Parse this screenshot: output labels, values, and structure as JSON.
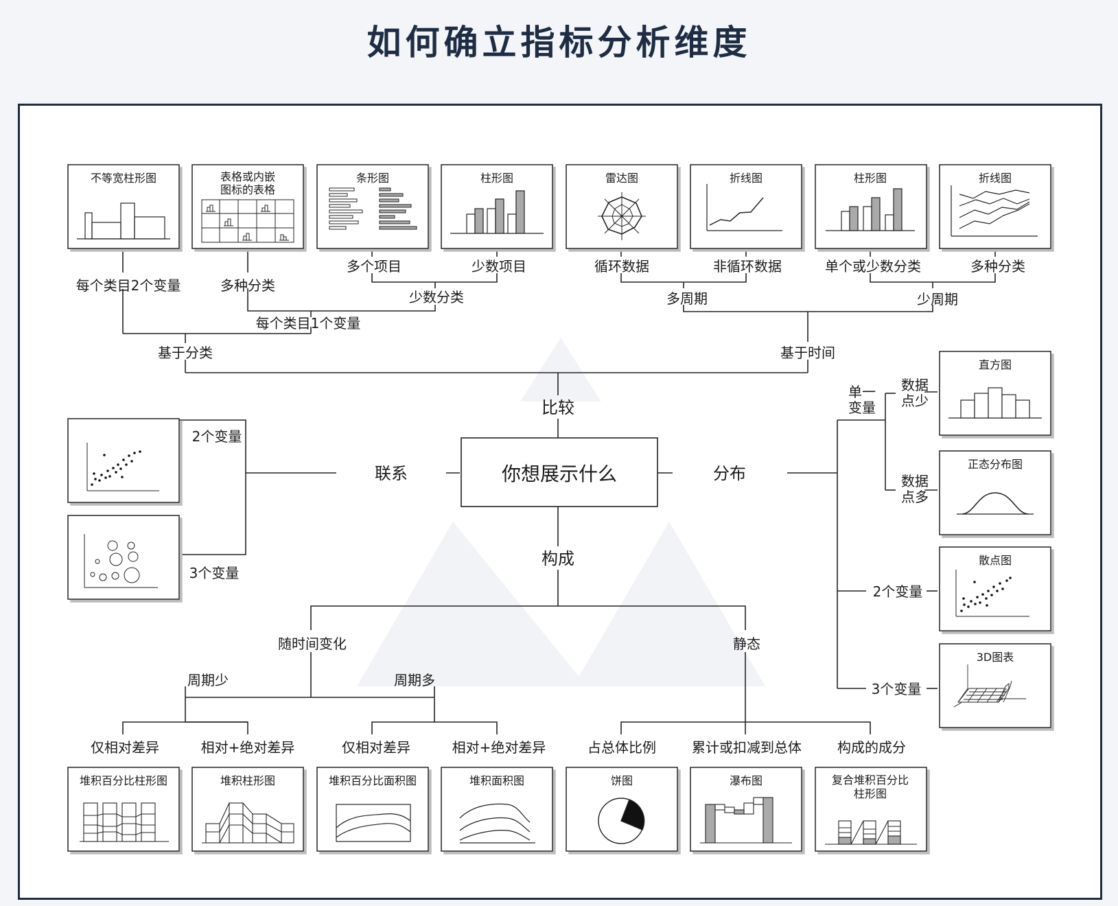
{
  "title": "如何确立指标分析维度",
  "center": "你想展示什么",
  "branches": {
    "compare": "比较",
    "relation": "联系",
    "distribution": "分布",
    "composition": "构成"
  },
  "compare": {
    "by_category": "基于分类",
    "by_time": "基于时间",
    "two_var_per_cat": "每个类目2个变量",
    "one_var_per_cat": "每个类目1个变量",
    "many_cats": "多种分类",
    "few_cats": "少数分类",
    "many_items": "多个项目",
    "few_items": "少数项目",
    "many_periods": "多周期",
    "few_periods": "少周期",
    "cyclic": "循环数据",
    "non_cyclic": "非循环数据",
    "single_few_cats": "单个或少数分类",
    "many_cats_time": "多种分类"
  },
  "top_cards": [
    {
      "title": "不等宽柱形图"
    },
    {
      "title": "表格或内嵌",
      "title2": "图标的表格"
    },
    {
      "title": "条形图"
    },
    {
      "title": "柱形图"
    },
    {
      "title": "雷达图"
    },
    {
      "title": "折线图"
    },
    {
      "title": "柱形图"
    },
    {
      "title": "折线图"
    }
  ],
  "relation": {
    "two_vars": "2个变量",
    "three_vars": "3个变量"
  },
  "distribution": {
    "single_var_1": "单一",
    "single_var_2": "变量",
    "few_points_1": "数据",
    "few_points_2": "点少",
    "many_points_1": "数据",
    "many_points_2": "点多",
    "two_vars": "2个变量",
    "three_vars": "3个变量",
    "cards": [
      "直方图",
      "正态分布图",
      "散点图",
      "3D图表"
    ]
  },
  "composition": {
    "over_time": "随时间变化",
    "static": "静态",
    "few_periods": "周期少",
    "many_periods": "周期多",
    "rel_diff_a": "仅相对差异",
    "rel_abs_a": "相对+绝对差异",
    "rel_diff_b": "仅相对差异",
    "rel_abs_b": "相对+绝对差异",
    "share": "占总体比例",
    "accum": "累计或扣减到总体",
    "components": "构成的成分"
  },
  "bottom_cards": [
    {
      "title": "堆积百分比柱形图"
    },
    {
      "title": "堆积柱形图"
    },
    {
      "title": "堆积百分比面积图"
    },
    {
      "title": "堆积面积图"
    },
    {
      "title": "饼图"
    },
    {
      "title": "瀑布图"
    },
    {
      "title": "复合堆积百分比",
      "title2": "柱形图"
    }
  ]
}
